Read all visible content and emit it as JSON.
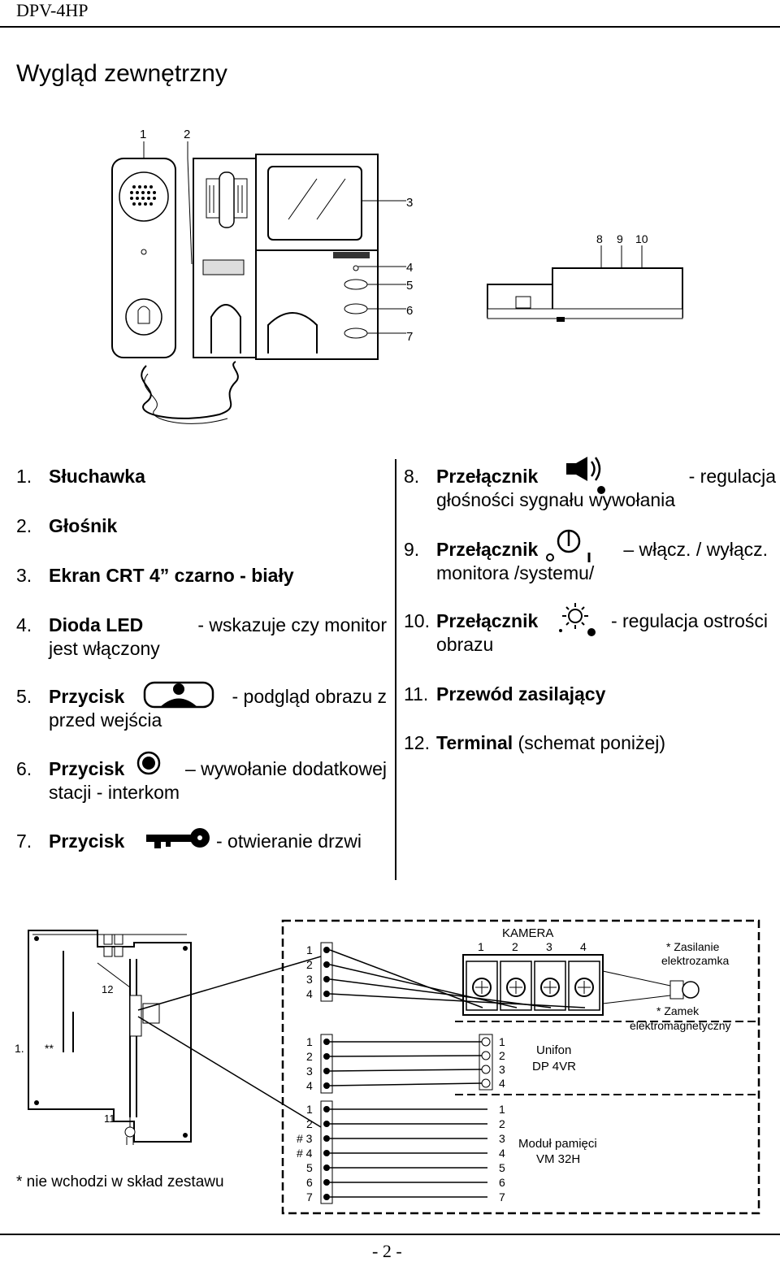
{
  "header": {
    "model": "DPV-4HP"
  },
  "page_heading": "Wygląd zewnętrzny",
  "device_figure": {
    "callouts_top": [
      "1",
      "2"
    ],
    "callouts_right": [
      "3",
      "4",
      "5",
      "6",
      "7"
    ],
    "callouts_side": [
      "8",
      "9",
      "10"
    ]
  },
  "left_items": [
    {
      "num": "1.",
      "label": "Słuchawka",
      "desc": ""
    },
    {
      "num": "2.",
      "label": "Głośnik",
      "desc": ""
    },
    {
      "num": "3.",
      "label": "Ekran CRT 4” czarno - biały",
      "desc": ""
    },
    {
      "num": "4.",
      "label": "Dioda LED",
      "desc": " - wskazuje czy monitor",
      "desc2": "jest włączony"
    },
    {
      "num": "5.",
      "label": "Przycisk",
      "desc": "- podgląd obrazu z",
      "desc2": "przed wejścia"
    },
    {
      "num": "6.",
      "label": "Przycisk",
      "desc": "– wywołanie dodatkowej",
      "desc2": "stacji - interkom"
    },
    {
      "num": "7.",
      "label": "Przycisk",
      "desc": "- otwieranie drzwi"
    }
  ],
  "right_items": [
    {
      "num": "8.",
      "label": "Przełącznik",
      "desc": "- regulacja",
      "desc2": "głośności sygnału wywołania"
    },
    {
      "num": "9.",
      "label": "Przełącznik",
      "desc": "– włącz. / wyłącz.",
      "desc2": "monitora /systemu/"
    },
    {
      "num": "10.",
      "label": "Przełącznik",
      "desc": "- regulacja ostrości",
      "desc2": "obrazu"
    },
    {
      "num": "11.",
      "label": "Przewód zasilający",
      "desc": ""
    },
    {
      "num": "12.",
      "label": "Terminal",
      "desc": " (schemat poniżej)"
    }
  ],
  "wiring": {
    "camera_title": "KAMERA",
    "camera_numbers": [
      "1",
      "2",
      "3",
      "4"
    ],
    "lock_power": "* Zasilanie",
    "lock_power2": "elektrozamka",
    "lock_magnetic": "* Zamek",
    "lock_magnetic2": "elektromagnetyczny",
    "unifon": "Unifon",
    "unifon_model": "DP 4VR",
    "memory": "Moduł pamięci",
    "memory_model": "VM 32H",
    "block1": [
      "1",
      "2",
      "3",
      "4"
    ],
    "block2": [
      "1",
      "2",
      "3",
      "4"
    ],
    "block3": [
      "1",
      "2",
      "# 3",
      "# 4",
      "5",
      "6",
      "7"
    ],
    "unifon_terms": [
      "1",
      "2",
      "3",
      "4"
    ],
    "memory_terms": [
      "1",
      "2",
      "3",
      "4",
      "5",
      "6",
      "7"
    ],
    "board_label_12": "12",
    "board_label_11": "11",
    "board_label_1": "1.",
    "board_label_stars": "**"
  },
  "note": "* nie wchodzi w skład zestawu",
  "footer": {
    "page": "- 2 -"
  }
}
